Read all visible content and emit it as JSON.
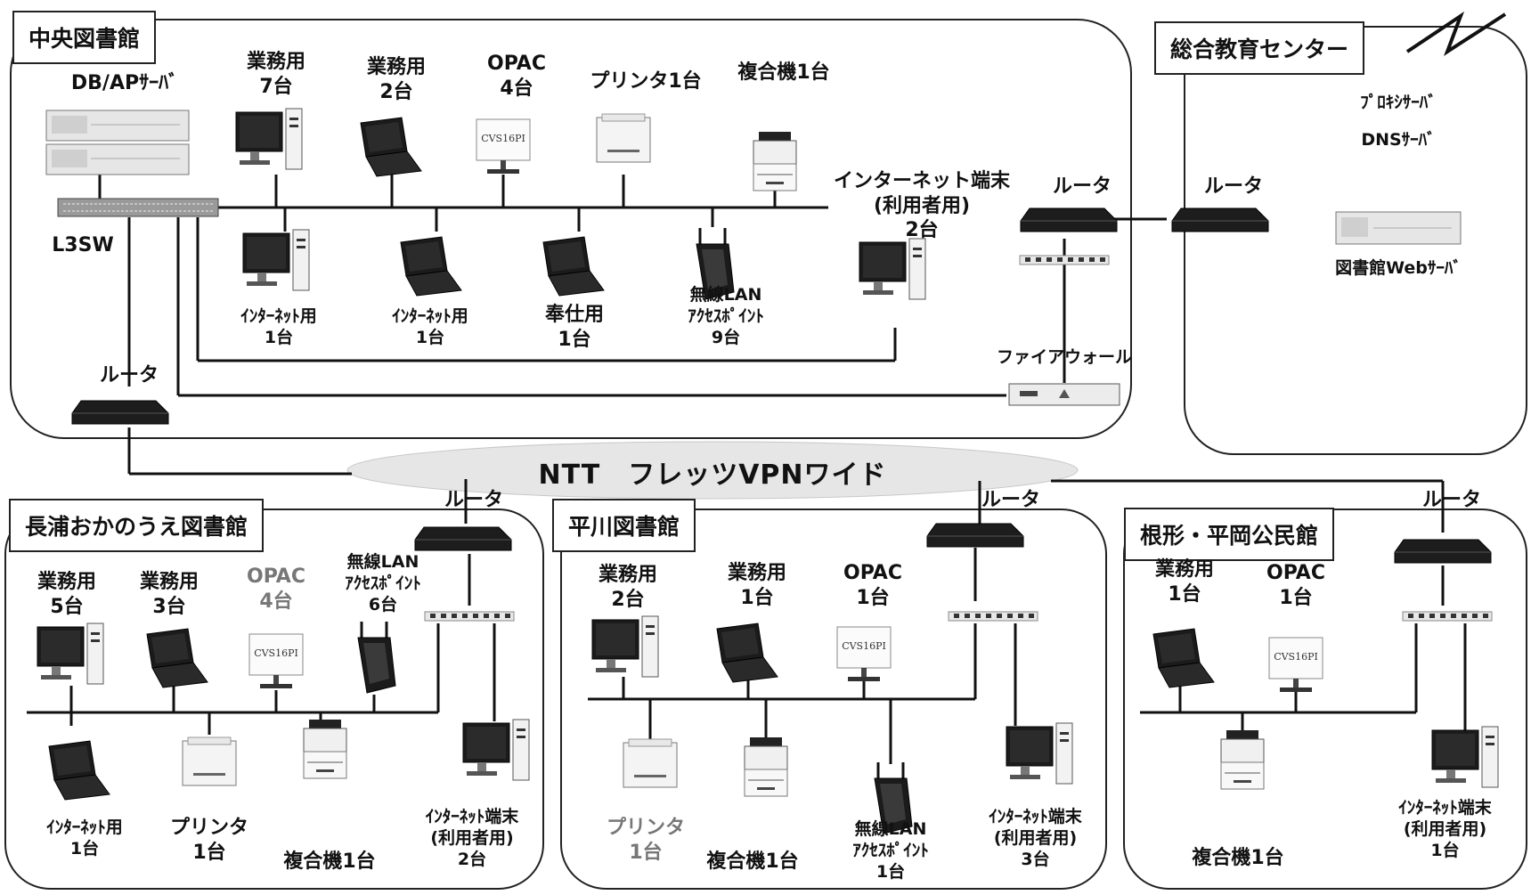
{
  "sites": {
    "central": "中央図書館",
    "edu": "総合教育センター",
    "nagaura": "長浦おかのうえ図書館",
    "hirakawa": "平川図書館",
    "nemukata": "根形・平岡公民館"
  },
  "network": {
    "vpn": "NTT　フレッツVPNワイド"
  },
  "labels": {
    "db_server": "DB/APｻｰﾊﾞ",
    "l3sw": "L3SW",
    "router": "ルータ",
    "firewall": "ファイアウォール",
    "proxy": "ﾌﾟﾛｷｼｻｰﾊﾞ",
    "dns": "DNSｻｰﾊﾞ",
    "web": "図書館Webｻｰﾊﾞ",
    "c_biz7": "業務用\n7台",
    "c_biz2": "業務用\n2台",
    "c_opac4": "OPAC\n4台",
    "c_printer": "プリンタ1台",
    "c_mfp": "複合機1台",
    "c_inet_term": "インターネット端末\n(利用者用)\n2台",
    "c_inet_pc": "ｲﾝﾀｰﾈｯﾄ用\n1台",
    "c_inet_nb": "ｲﾝﾀｰﾈｯﾄ用\n1台",
    "c_service": "奉仕用\n1台",
    "c_wlan": "無線LAN\nｱｸｾｽﾎﾟｲﾝﾄ\n9台",
    "n_biz5": "業務用\n5台",
    "n_biz3": "業務用\n3台",
    "n_opac4": "OPAC\n4台",
    "n_wlan": "無線LAN\nｱｸｾｽﾎﾟｲﾝﾄ\n6台",
    "n_inet": "ｲﾝﾀｰﾈｯﾄ用\n1台",
    "n_printer": "プリンタ\n1台",
    "n_mfp": "複合機1台",
    "n_term": "ｲﾝﾀｰﾈｯﾄ端末\n(利用者用)\n2台",
    "h_biz2": "業務用\n2台",
    "h_biz1": "業務用\n1台",
    "h_opac1": "OPAC\n1台",
    "h_printer": "プリンタ\n1台",
    "h_mfp": "複合機1台",
    "h_wlan": "無線LAN\nｱｸｾｽﾎﾟｲﾝﾄ\n1台",
    "h_term": "ｲﾝﾀｰﾈｯﾄ端末\n(利用者用)\n3台",
    "k_biz1": "業務用\n1台",
    "k_opac1": "OPAC\n1台",
    "k_mfp": "複合機1台",
    "k_term": "ｲﾝﾀｰﾈｯﾄ端末\n(利用者用)\n1台",
    "opac_screen": "CVS16PI"
  },
  "colors": {
    "line": "#111111",
    "device": "#1a1a1a",
    "frame": "#222222",
    "cloud": "#e4e4e4"
  }
}
